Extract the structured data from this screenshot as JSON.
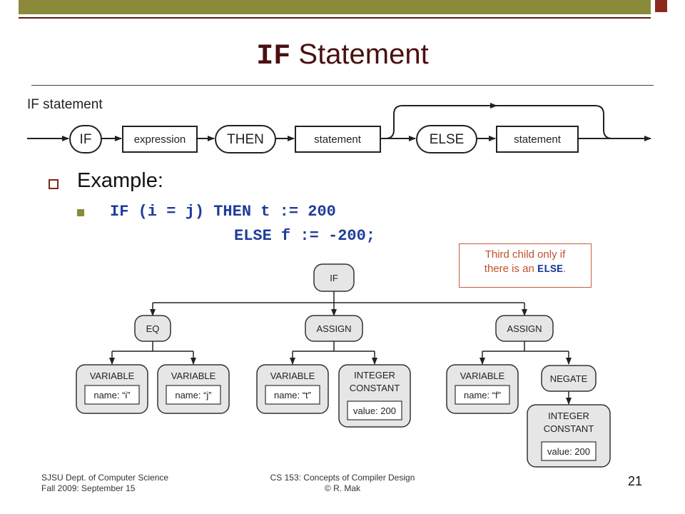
{
  "title": {
    "keyword": "IF",
    "rest": " Statement"
  },
  "syntax": {
    "label": "IF statement",
    "nodes": {
      "if": "IF",
      "expression": "expression",
      "then": "THEN",
      "statement1": "statement",
      "else": "ELSE",
      "statement2": "statement"
    }
  },
  "example": {
    "label": "Example:",
    "line1": "IF (i = j) THEN t := 200",
    "line2": "ELSE f := -200;"
  },
  "note": {
    "pre": "Third child only if",
    "line2_pre": "there is an ",
    "keyword": "ELSE",
    "line2_post": "."
  },
  "tree": {
    "root": "IF",
    "eq": "EQ",
    "assign1": "ASSIGN",
    "assign2": "ASSIGN",
    "var_i": {
      "title": "VARIABLE",
      "field": "name: “i”"
    },
    "var_j": {
      "title": "VARIABLE",
      "field": "name: “j”"
    },
    "var_t": {
      "title": "VARIABLE",
      "field": "name: “t”"
    },
    "int1": {
      "title1": "INTEGER",
      "title2": "CONSTANT",
      "field": "value: 200"
    },
    "var_f": {
      "title": "VARIABLE",
      "field": "name: “f”"
    },
    "negate": "NEGATE",
    "int2": {
      "title1": "INTEGER",
      "title2": "CONSTANT",
      "field": "value: 200"
    }
  },
  "footer": {
    "left1": "SJSU Dept. of Computer Science",
    "left2": "Fall 2009: September 15",
    "center1": "CS 153: Concepts of Compiler Design",
    "center2": "© R. Mak",
    "page": "21"
  }
}
